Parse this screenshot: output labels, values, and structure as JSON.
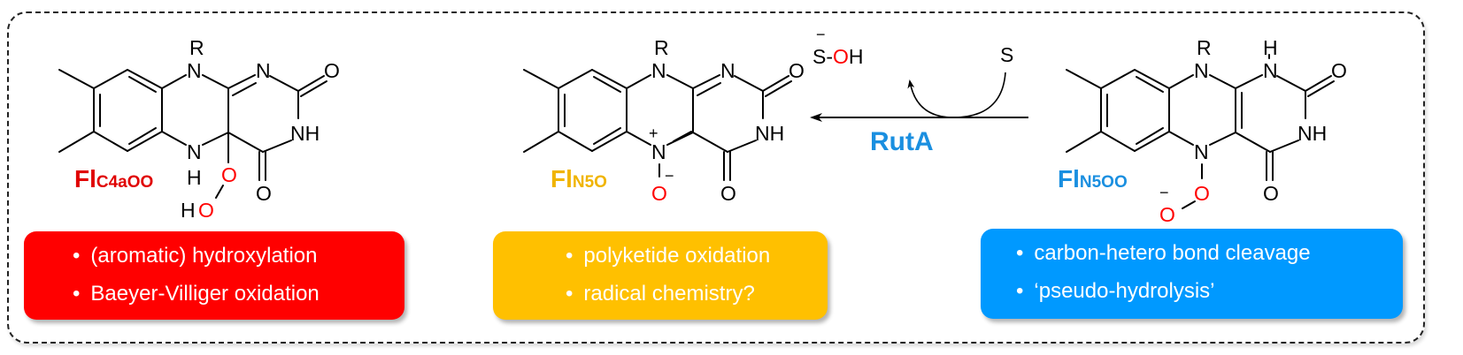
{
  "colors": {
    "red": "#ff0000",
    "yellow": "#ffc000",
    "blue": "#0099ff",
    "oxygen": "#ff0000"
  },
  "structures": [
    {
      "name_main": "Fl",
      "name_sub": "C4aOO",
      "name_color": "#e00000",
      "atoms": {
        "R": "R",
        "N10": "N",
        "N1": "N",
        "O2": "O",
        "N3": "NH",
        "N5": "N",
        "H5": "H",
        "O4": "O",
        "Oa": "O",
        "Ob_H": "H",
        "Ob": "O"
      }
    },
    {
      "name_main": "Fl",
      "name_sub": "N5O",
      "name_color": "#f0b400",
      "atoms": {
        "R": "R",
        "N10": "N",
        "N1": "N",
        "O2": "O",
        "N3": "NH",
        "N5": "N",
        "plus": "+",
        "O4": "O",
        "Oa": "O",
        "minus": "−"
      }
    },
    {
      "name_main": "Fl",
      "name_sub": "N5OO",
      "name_color": "#1a8fe0",
      "atoms": {
        "R": "R",
        "H1": "H",
        "N10": "N",
        "N1": "N",
        "O2": "O",
        "N3": "NH",
        "N5": "N",
        "O4": "O",
        "Oa": "O",
        "Ob": "O",
        "minus": "−"
      }
    }
  ],
  "reaction": {
    "enzyme": "RutA",
    "substrate": "S",
    "product_s": "S",
    "product_dash": "-",
    "product_o": "O",
    "product_h": "H",
    "product_charge": "−"
  },
  "boxes": [
    {
      "items": [
        "(aromatic) hydroxylation",
        "Baeyer-Villiger oxidation"
      ]
    },
    {
      "items": [
        "polyketide oxidation",
        "radical chemistry?"
      ]
    },
    {
      "items": [
        "carbon-hetero bond cleavage",
        "‘pseudo-hydrolysis’"
      ]
    }
  ]
}
